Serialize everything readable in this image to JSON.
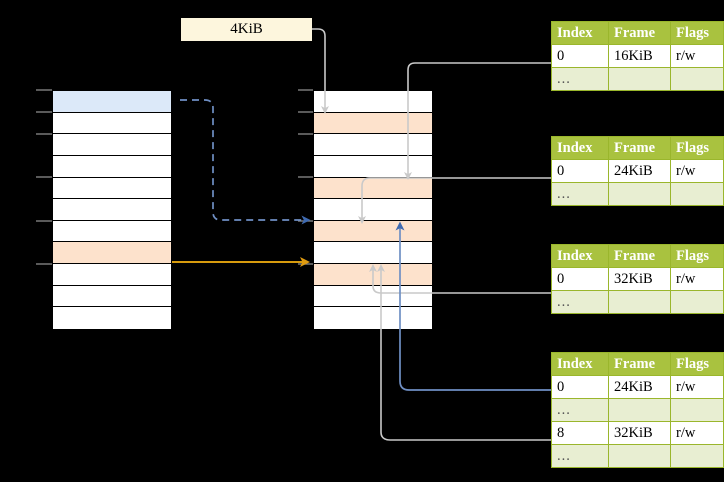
{
  "diagram": {
    "title_label": "4KiB",
    "accent_green": "#a9c23f",
    "accent_orange": "#e8a33d",
    "accent_blue": "#6f8fc4",
    "highlight_yellow": "#fcf7a6",
    "row_blue": "#dce9f9",
    "row_orange": "#fde2cc"
  },
  "label_box": {
    "text": "4KiB"
  },
  "left_column": {
    "name": "virtual-address-space",
    "rows": [
      {
        "fill": "blue",
        "label": ""
      },
      {
        "fill": "white",
        "label": ""
      },
      {
        "fill": "white",
        "label": ""
      },
      {
        "fill": "white",
        "label": ""
      },
      {
        "fill": "white",
        "label": ""
      },
      {
        "fill": "white",
        "label": ""
      },
      {
        "fill": "white",
        "label": ""
      },
      {
        "fill": "orange",
        "label": ""
      },
      {
        "fill": "white",
        "label": ""
      },
      {
        "fill": "white",
        "label": ""
      },
      {
        "fill": "white",
        "label": ""
      }
    ]
  },
  "middle_column": {
    "name": "physical-memory",
    "rows": [
      {
        "fill": "white",
        "label": ""
      },
      {
        "fill": "orange",
        "label": ""
      },
      {
        "fill": "white",
        "label": ""
      },
      {
        "fill": "white",
        "label": ""
      },
      {
        "fill": "orange",
        "label": ""
      },
      {
        "fill": "white",
        "label": ""
      },
      {
        "fill": "orange",
        "label": ""
      },
      {
        "fill": "white",
        "label": ""
      },
      {
        "fill": "orange",
        "label": ""
      },
      {
        "fill": "white",
        "label": ""
      },
      {
        "fill": "white",
        "label": ""
      }
    ]
  },
  "tables": [
    {
      "name": "page-table-level-1",
      "headers": [
        "Index",
        "Frame",
        "Flags"
      ],
      "rows": [
        {
          "type": "data",
          "cells": [
            "0",
            "16KiB",
            "r/w"
          ],
          "highlight": [
            false,
            false,
            false
          ]
        },
        {
          "type": "ellip",
          "cells": [
            "...",
            "",
            ""
          ],
          "highlight": [
            false,
            false,
            false
          ]
        }
      ]
    },
    {
      "name": "page-table-level-2",
      "headers": [
        "Index",
        "Frame",
        "Flags"
      ],
      "rows": [
        {
          "type": "data",
          "cells": [
            "0",
            "24KiB",
            "r/w"
          ],
          "highlight": [
            false,
            false,
            false
          ]
        },
        {
          "type": "ellip",
          "cells": [
            "...",
            "",
            ""
          ],
          "highlight": [
            false,
            false,
            false
          ]
        }
      ]
    },
    {
      "name": "page-table-level-3",
      "headers": [
        "Index",
        "Frame",
        "Flags"
      ],
      "rows": [
        {
          "type": "data",
          "cells": [
            "0",
            "32KiB",
            "r/w"
          ],
          "highlight": [
            false,
            false,
            false
          ]
        },
        {
          "type": "ellip",
          "cells": [
            "...",
            "",
            ""
          ],
          "highlight": [
            false,
            false,
            false
          ]
        }
      ]
    },
    {
      "name": "page-table-level-4",
      "headers": [
        "Index",
        "Frame",
        "Flags"
      ],
      "rows": [
        {
          "type": "data",
          "cells": [
            "0",
            "24KiB",
            "r/w"
          ],
          "highlight": [
            true,
            true,
            true
          ]
        },
        {
          "type": "ellip",
          "cells": [
            "...",
            "",
            ""
          ],
          "highlight": [
            false,
            false,
            false
          ]
        },
        {
          "type": "data",
          "cells": [
            "8",
            "32KiB",
            "r/w"
          ],
          "highlight": [
            false,
            false,
            false
          ]
        },
        {
          "type": "ellip",
          "cells": [
            "...",
            "",
            ""
          ],
          "highlight": [
            false,
            false,
            false
          ]
        }
      ]
    }
  ]
}
